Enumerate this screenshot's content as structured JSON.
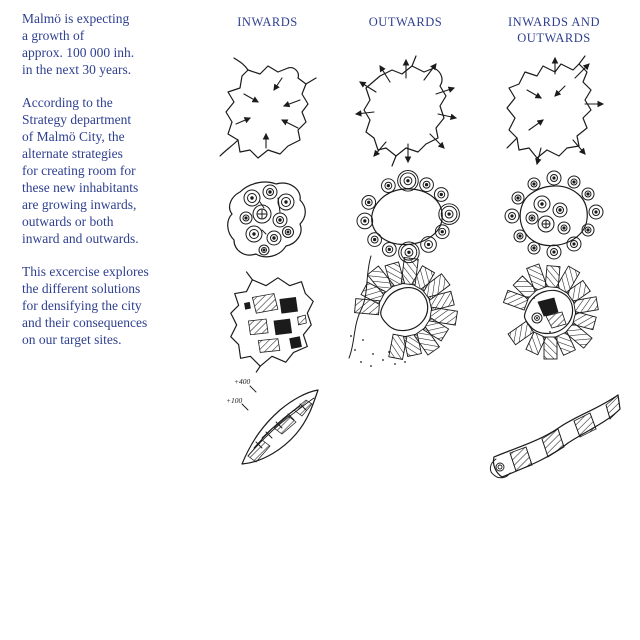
{
  "theme": {
    "accent": "#2e3f8f",
    "ink": "#1b1b1b",
    "background": "#ffffff"
  },
  "intro": {
    "paragraphs": [
      "Malmö is expecting\na growth of\napprox. 100 000 inh.\nin the next 30 years.",
      "According to the\nStrategy department\nof Malmö City, the\nalternate strategies\nfor creating room for\nthese new inhabitants\nare growing inwards,\noutwards or both\ninward and outwards.",
      "This excercise explores\nthe different solutions\nfor densifying the city\nand their consequences\non our target sites."
    ]
  },
  "columns": [
    {
      "label": "INWARDS"
    },
    {
      "label": "OUTWARDS"
    },
    {
      "label": "INWARDS AND\nOUTWARDS"
    }
  ],
  "annotations": {
    "elev_a": "+400",
    "elev_b": "+100"
  }
}
